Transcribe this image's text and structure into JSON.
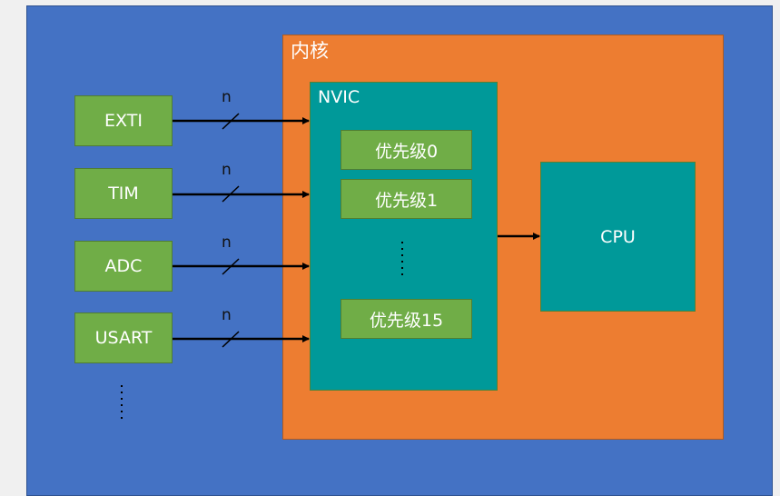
{
  "diagram": {
    "core_label": "内核",
    "nvic_label": "NVIC",
    "cpu_label": "CPU",
    "priorities": [
      "优先级0",
      "优先级1",
      "优先级15"
    ],
    "priority_ellipsis": "⋮",
    "sources": [
      {
        "label": "EXTI",
        "bus_width": "n"
      },
      {
        "label": "TIM",
        "bus_width": "n"
      },
      {
        "label": "ADC",
        "bus_width": "n"
      },
      {
        "label": "USART",
        "bus_width": "n"
      }
    ],
    "source_ellipsis": "⋮"
  },
  "colors": {
    "background": "#4472c4",
    "core": "#ed7d31",
    "nvic": "#009999",
    "cpu": "#009999",
    "boxes": "#70ad47"
  }
}
